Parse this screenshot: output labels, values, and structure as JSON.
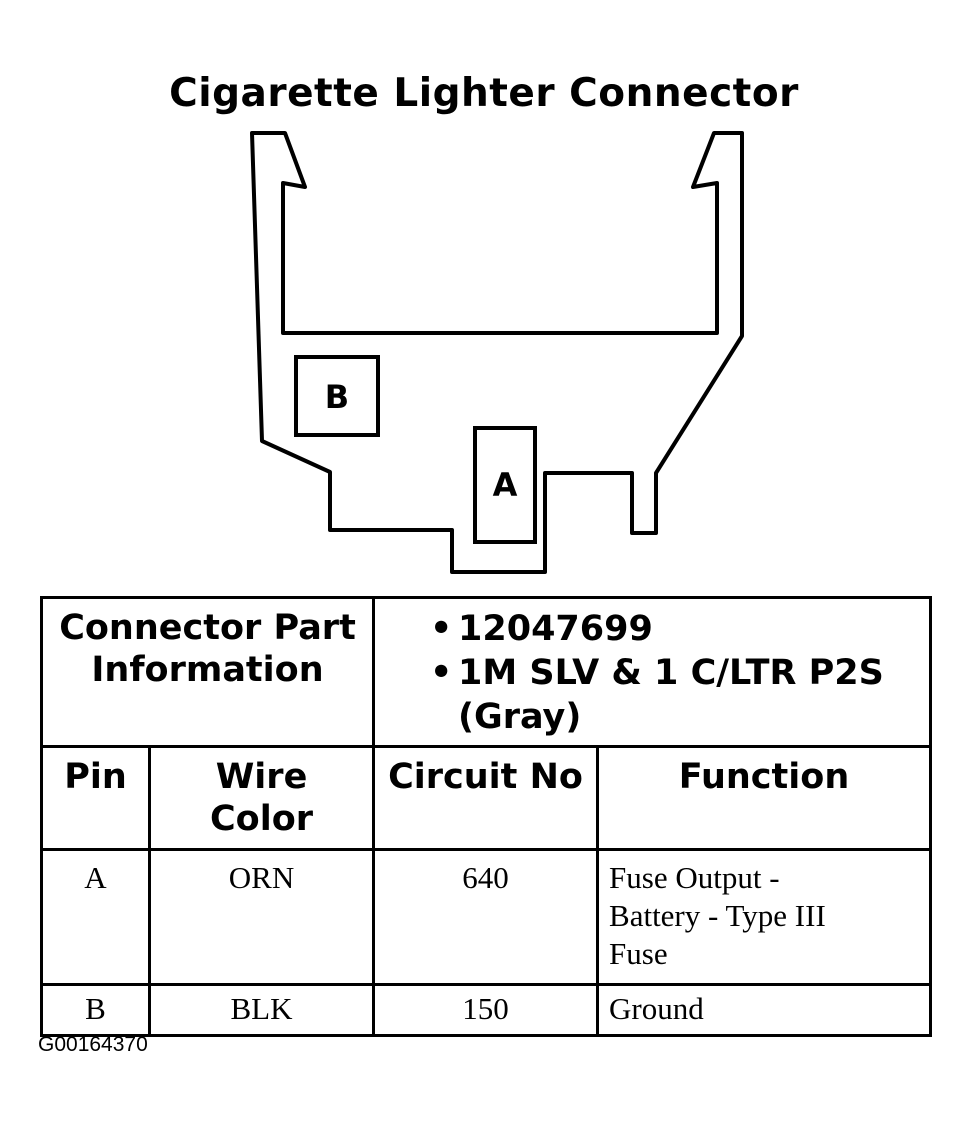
{
  "title": "Cigarette Lighter Connector",
  "connector": {
    "pin_b": "B",
    "pin_a": "A"
  },
  "part_info": {
    "label_line1": "Connector Part",
    "label_line2": "Information",
    "items": [
      "12047699",
      "1M SLV & 1 C/LTR P2S",
      "(Gray)"
    ]
  },
  "columns": {
    "pin": "Pin",
    "wire_color_line1": "Wire",
    "wire_color_line2": "Color",
    "circuit_no": "Circuit No",
    "function": "Function"
  },
  "rows": [
    {
      "pin": "A",
      "wire_color": "ORN",
      "circuit_no": "640",
      "function_line1": "Fuse Output -",
      "function_line2": "Battery - Type III",
      "function_line3": "Fuse"
    },
    {
      "pin": "B",
      "wire_color": "BLK",
      "circuit_no": "150",
      "function_line1": "Ground"
    }
  ],
  "figure_code": "G00164370"
}
